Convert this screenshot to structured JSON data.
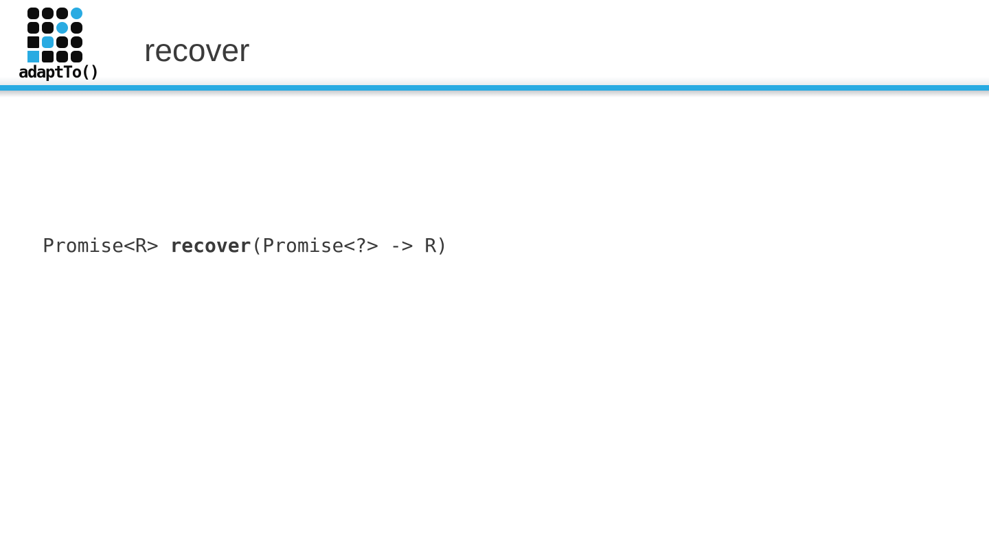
{
  "slide": {
    "title": "recover",
    "code": {
      "prefix": "Promise<R> ",
      "keyword": "recover",
      "suffix": "(Promise<?> -> R)"
    }
  },
  "logo": {
    "brand": "adaptTo()",
    "colors": {
      "black": "#0d0d0d",
      "accent": "#29abe2"
    },
    "grid": [
      [
        "k",
        "k",
        "k",
        "a"
      ],
      [
        "k",
        "k",
        "a",
        "k"
      ],
      [
        "k",
        "a",
        "k",
        "k"
      ],
      [
        "a",
        "k",
        "k",
        "k"
      ]
    ],
    "radii": [
      [
        6,
        7,
        7,
        8.5
      ],
      [
        5,
        6,
        8.5,
        7
      ],
      [
        1.5,
        5,
        6,
        7
      ],
      [
        0,
        3,
        5,
        6
      ]
    ]
  },
  "theme": {
    "accent": "#29abe2",
    "title_color": "#3b3b3b",
    "code_color": "#3a3a3a",
    "background": "#ffffff"
  }
}
